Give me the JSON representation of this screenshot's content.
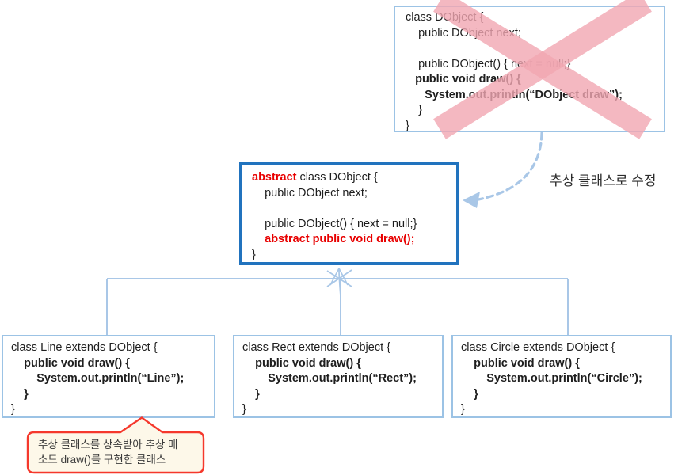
{
  "colors": {
    "background": "#FFFFFF",
    "box_border_light": "#9CC3E5",
    "box_border_strong": "#2173BE",
    "code_text": "#1E1E1E",
    "accent_red": "#E80000",
    "cross_pink": "#F2A7B2",
    "connector_blue": "#A9C7E7",
    "callout_border": "#F5382C",
    "callout_fill": "#FDF8E9",
    "callout_text": "#3A3A3A",
    "label_text": "#2B2B2B"
  },
  "annotations": {
    "revision_label": "추상 클래스로 수정",
    "callout_line1": "추상 클래스를 상속받아 추상 메",
    "callout_line2": "소드 draw()를 구현한 클래스"
  },
  "icons": {
    "red_cross_mark": "rejection X over original class",
    "inheritance_arrowhead": "hand-drawn up arrow",
    "revision_arrowhead": "left-pointing triangle"
  },
  "boxes": {
    "old_dobject": {
      "lines": [
        [
          {
            "t": "class DObject {"
          }
        ],
        [
          {
            "t": "    public DObject next;"
          }
        ],
        [
          {
            "t": " "
          }
        ],
        [
          {
            "t": "    public DObject() { next = null;}"
          }
        ],
        [
          {
            "t": "   "
          },
          {
            "t": "public void draw() {",
            "b": true
          }
        ],
        [
          {
            "t": "      "
          },
          {
            "t": "System.out.println(“DObject draw”);",
            "b": true
          }
        ],
        [
          {
            "t": "    }"
          }
        ],
        [
          {
            "t": "}"
          }
        ]
      ]
    },
    "abstract_dobject": {
      "lines": [
        [
          {
            "t": "abstract",
            "r": true
          },
          {
            "t": " class DObject {"
          }
        ],
        [
          {
            "t": "    public DObject next;"
          }
        ],
        [
          {
            "t": " "
          }
        ],
        [
          {
            "t": "    public DObject() { next = null;}"
          }
        ],
        [
          {
            "t": "    "
          },
          {
            "t": "abstract public void draw();",
            "r": true
          }
        ],
        [
          {
            "t": "}"
          }
        ]
      ]
    },
    "line_class": {
      "lines": [
        [
          {
            "t": "class Line extends DObject {"
          }
        ],
        [
          {
            "t": "    "
          },
          {
            "t": "public void draw() {",
            "b": true
          }
        ],
        [
          {
            "t": "        "
          },
          {
            "t": "System.out.println(“Line”);",
            "b": true
          }
        ],
        [
          {
            "t": "    "
          },
          {
            "t": "}",
            "b": true
          }
        ],
        [
          {
            "t": "}"
          }
        ]
      ]
    },
    "rect_class": {
      "lines": [
        [
          {
            "t": "class Rect extends DObject {"
          }
        ],
        [
          {
            "t": "    "
          },
          {
            "t": "public void draw() {",
            "b": true
          }
        ],
        [
          {
            "t": "        "
          },
          {
            "t": "System.out.println(“Rect”);",
            "b": true
          }
        ],
        [
          {
            "t": "    "
          },
          {
            "t": "}",
            "b": true
          }
        ],
        [
          {
            "t": "}"
          }
        ]
      ]
    },
    "circle_class": {
      "lines": [
        [
          {
            "t": "class Circle extends DObject {"
          }
        ],
        [
          {
            "t": "    "
          },
          {
            "t": "public void draw() {",
            "b": true
          }
        ],
        [
          {
            "t": "        "
          },
          {
            "t": "System.out.println(“Circle”);",
            "b": true
          }
        ],
        [
          {
            "t": "    "
          },
          {
            "t": "}",
            "b": true
          }
        ],
        [
          {
            "t": "}"
          }
        ]
      ]
    }
  }
}
